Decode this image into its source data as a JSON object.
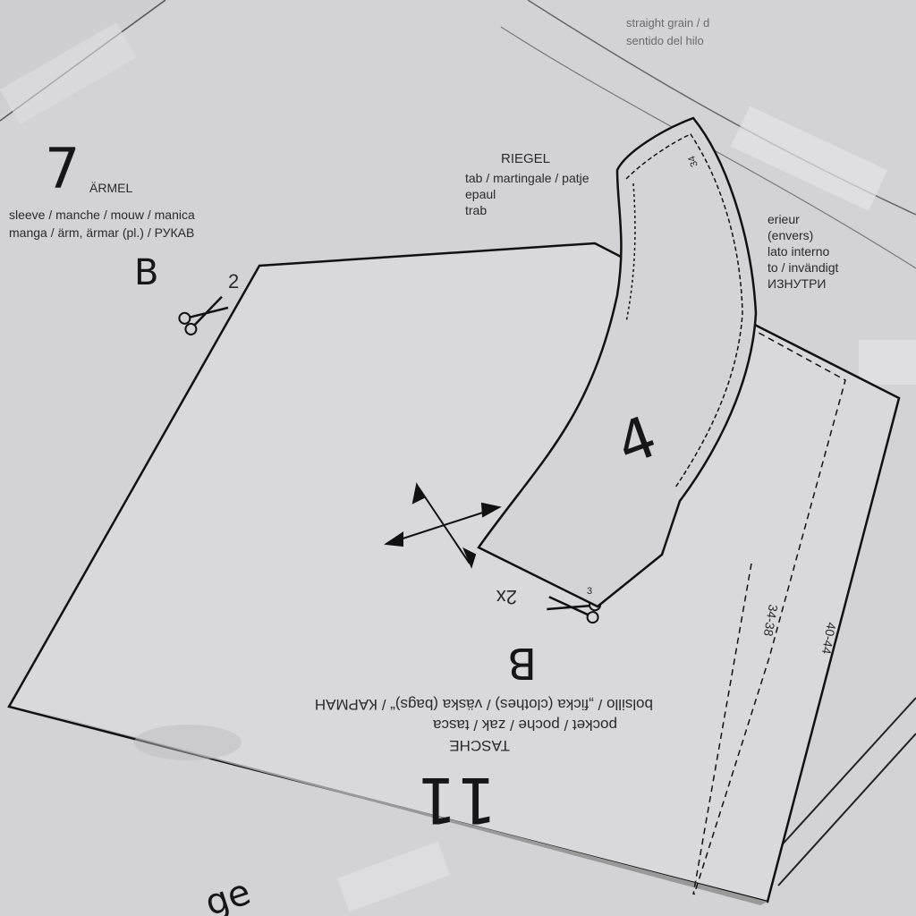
{
  "sleeve_piece": {
    "number": "7",
    "title": "ÄRMEL",
    "line1": "sleeve / manche / mouw / manica",
    "line2": "manga / ärm, ärmar (pl.) / РУКАВ",
    "size_letter": "B",
    "cut_count": "2"
  },
  "tab_piece": {
    "number": "4",
    "corner_number": "34",
    "title": "RIEGEL",
    "line1": "tab / martingale / patje",
    "line2": "epaul",
    "line3": "trab",
    "corner_mark": "3"
  },
  "inside_label": {
    "line1": "erieur",
    "line2": "(envers)",
    "line3": "lato interno",
    "line4": "to / invändigt",
    "line5": "ИЗНУТРИ"
  },
  "grain_label": {
    "line1": "straight grain / d",
    "line2": "sentido del hilo"
  },
  "pocket_piece": {
    "number": "11",
    "title": "TASCHE",
    "line1": "pocket / poche / zak / tasca",
    "line2": "bolsillo / „ficka (clothes) / väska (bags)“ / КАРМАН",
    "size_letter": "B",
    "cut_count": "2x",
    "size_range_inner": "34-38",
    "size_range_outer": "40-44"
  },
  "bottom_fragment": "ge",
  "colors": {
    "paper": "#d8d8da",
    "paper_shadow": "#b9b9bc",
    "ink": "#161618"
  }
}
